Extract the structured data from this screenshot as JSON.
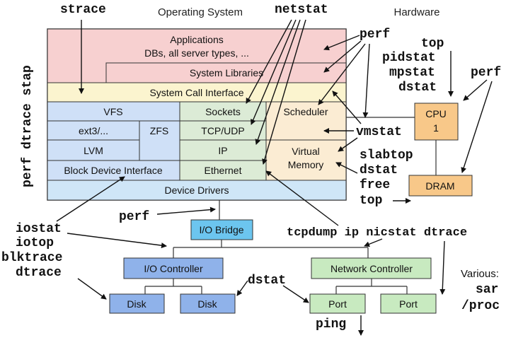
{
  "headers": {
    "os": "Operating System",
    "hardware": "Hardware"
  },
  "stack": {
    "applications_line1": "Applications",
    "applications_line2": "DBs, all server types, ...",
    "system_libraries": "System Libraries",
    "system_call_interface": "System Call Interface",
    "vfs": "VFS",
    "ext3": "ext3/...",
    "zfs": "ZFS",
    "lvm": "LVM",
    "block_device_interface": "Block Device Interface",
    "sockets": "Sockets",
    "tcp_udp": "TCP/UDP",
    "ip": "IP",
    "ethernet": "Ethernet",
    "scheduler": "Scheduler",
    "virtual_memory_line1": "Virtual",
    "virtual_memory_line2": "Memory",
    "device_drivers": "Device Drivers"
  },
  "hardware": {
    "cpu_line1": "CPU",
    "cpu_line2": "1",
    "dram": "DRAM",
    "io_bridge": "I/O Bridge",
    "io_controller": "I/O Controller",
    "network_controller": "Network Controller",
    "disk_1": "Disk",
    "disk_2": "Disk",
    "port_1": "Port",
    "port_2": "Port"
  },
  "tools": {
    "strace": "strace",
    "netstat": "netstat",
    "perf_top": "perf",
    "perf_cpu": "perf",
    "perf_bridge": "perf",
    "perf_dtrace_stap": "perf dtrace stap",
    "top_hw": "top",
    "pidstat": "pidstat",
    "mpstat": "mpstat",
    "dstat_cpu": "dstat",
    "vmstat": "vmstat",
    "slabtop": "slabtop",
    "dstat_mem": "dstat",
    "free": "free",
    "top_mem": "top",
    "iostat": "iostat",
    "iotop": "iotop",
    "blktrace": "blktrace",
    "dtrace_io": "dtrace",
    "tcpdump_line": "tcpdump ip nicstat dtrace",
    "dstat_disk": "dstat",
    "ping": "ping",
    "various": "Various:",
    "sar": "sar",
    "proc": "/proc"
  },
  "colors": {
    "applications": "#f7d0d0",
    "syscall": "#fbf4cf",
    "storage": "#cfe0f7",
    "network": "#dcebd6",
    "sched_mem": "#fbecd3",
    "drivers": "#cfe6f7",
    "cpu": "#f8c889",
    "dram": "#f8c889",
    "io_bridge": "#6cc5ef",
    "controllers_blue": "#8fb2ea",
    "controllers_green": "#c8eac0",
    "line": "#333333"
  }
}
